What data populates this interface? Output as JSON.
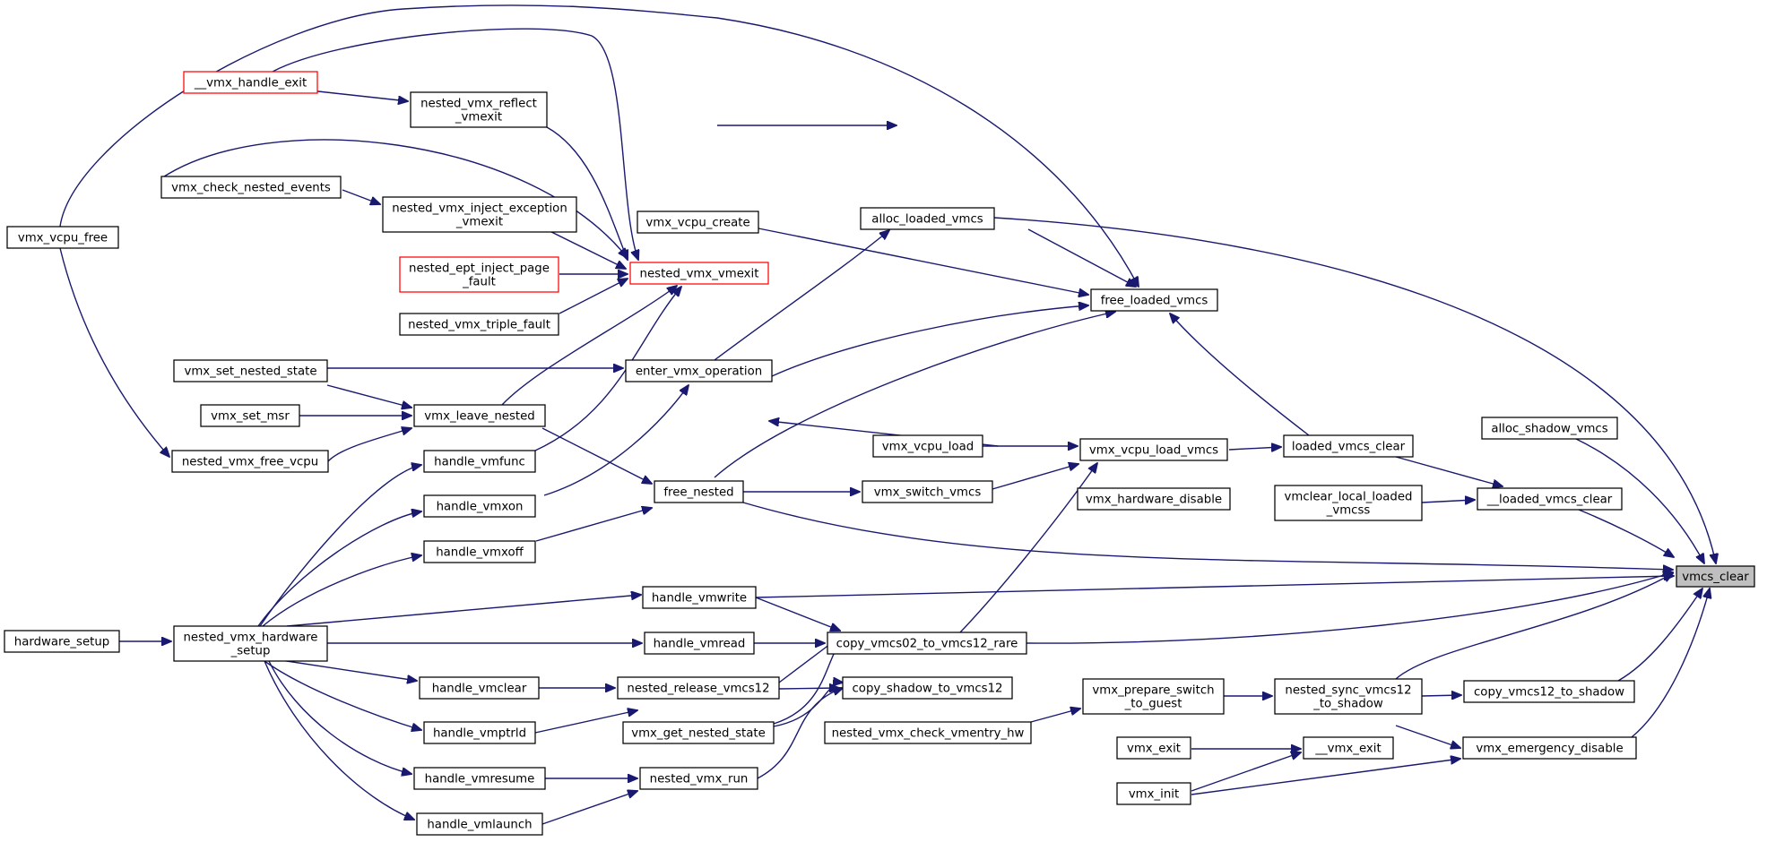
{
  "colors": {
    "edge": "#191970",
    "node_border": "#000000",
    "highlight_border": "#ff0000",
    "target_fill": "#bfbfbf"
  },
  "nodes": {
    "vmcs_clear": [
      "vmcs_clear"
    ],
    "vmx_vcpu_free": [
      "vmx_vcpu_free"
    ],
    "hardware_setup": [
      "hardware_setup"
    ],
    "__vmx_handle_exit": [
      "__vmx_handle_exit"
    ],
    "vmx_check_nested_events": [
      "vmx_check_nested_events"
    ],
    "nested_ept_inject_page_fault": [
      "nested_ept_inject_page",
      "_fault"
    ],
    "nested_vmx_triple_fault": [
      "nested_vmx_triple_fault"
    ],
    "vmx_set_nested_state": [
      "vmx_set_nested_state"
    ],
    "vmx_set_msr": [
      "vmx_set_msr"
    ],
    "nested_vmx_free_vcpu": [
      "nested_vmx_free_vcpu"
    ],
    "nested_vmx_hardware_setup": [
      "nested_vmx_hardware",
      "_setup"
    ],
    "nested_vmx_reflect_vmexit": [
      "nested_vmx_reflect",
      "_vmexit"
    ],
    "nested_vmx_inject_exception_vmexit": [
      "nested_vmx_inject_exception",
      "_vmexit"
    ],
    "vmx_leave_nested": [
      "vmx_leave_nested"
    ],
    "handle_vmfunc": [
      "handle_vmfunc"
    ],
    "handle_vmxon": [
      "handle_vmxon"
    ],
    "handle_vmxoff": [
      "handle_vmxoff"
    ],
    "handle_vmclear": [
      "handle_vmclear"
    ],
    "handle_vmptrld": [
      "handle_vmptrld"
    ],
    "handle_vmresume": [
      "handle_vmresume"
    ],
    "handle_vmlaunch": [
      "handle_vmlaunch"
    ],
    "vmx_vcpu_create": [
      "vmx_vcpu_create"
    ],
    "nested_vmx_vmexit": [
      "nested_vmx_vmexit"
    ],
    "enter_vmx_operation": [
      "enter_vmx_operation"
    ],
    "free_nested": [
      "free_nested"
    ],
    "handle_vmwrite": [
      "handle_vmwrite"
    ],
    "handle_vmread": [
      "handle_vmread"
    ],
    "nested_release_vmcs12": [
      "nested_release_vmcs12"
    ],
    "vmx_get_nested_state": [
      "vmx_get_nested_state"
    ],
    "nested_vmx_run": [
      "nested_vmx_run"
    ],
    "alloc_loaded_vmcs": [
      "alloc_loaded_vmcs"
    ],
    "vmx_vcpu_load": [
      "vmx_vcpu_load"
    ],
    "vmx_switch_vmcs": [
      "vmx_switch_vmcs"
    ],
    "copy_vmcs02_to_vmcs12_rare": [
      "copy_vmcs02_to_vmcs12_rare"
    ],
    "copy_shadow_to_vmcs12": [
      "copy_shadow_to_vmcs12"
    ],
    "nested_vmx_check_vmentry_hw": [
      "nested_vmx_check_vmentry_hw"
    ],
    "free_loaded_vmcs": [
      "free_loaded_vmcs"
    ],
    "vmx_vcpu_load_vmcs": [
      "vmx_vcpu_load_vmcs"
    ],
    "vmx_hardware_disable": [
      "vmx_hardware_disable"
    ],
    "vmx_prepare_switch_to_guest": [
      "vmx_prepare_switch",
      "_to_guest"
    ],
    "vmx_exit": [
      "vmx_exit"
    ],
    "vmx_init": [
      "vmx_init"
    ],
    "loaded_vmcs_clear": [
      "loaded_vmcs_clear"
    ],
    "vmclear_local_loaded_vmcss": [
      "vmclear_local_loaded",
      "_vmcss"
    ],
    "nested_sync_vmcs12_to_shadow": [
      "nested_sync_vmcs12",
      "_to_shadow"
    ],
    "__vmx_exit": [
      "__vmx_exit"
    ],
    "alloc_shadow_vmcs": [
      "alloc_shadow_vmcs"
    ],
    "__loaded_vmcs_clear": [
      "__loaded_vmcs_clear"
    ],
    "copy_vmcs12_to_shadow": [
      "copy_vmcs12_to_shadow"
    ],
    "vmx_emergency_disable": [
      "vmx_emergency_disable"
    ]
  },
  "node_styles": {
    "vmcs_clear": "gray",
    "__vmx_handle_exit": "red",
    "nested_ept_inject_page_fault": "red",
    "nested_vmx_vmexit": "red"
  }
}
